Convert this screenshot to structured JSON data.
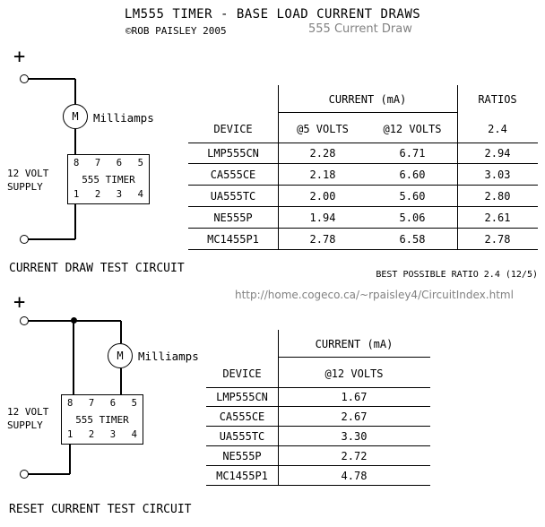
{
  "header": {
    "title": "LM555 TIMER - BASE LOAD CURRENT DRAWS",
    "copyright": "©ROB PAISLEY 2005",
    "subtitle": "555 Current Draw"
  },
  "link": {
    "url": "http://home.cogeco.ca/~rpaisley4/CircuitIndex.html"
  },
  "circuit1": {
    "plus": "+",
    "meter_letter": "M",
    "meter_label": "Milliamps",
    "supply_line1": "12 VOLT",
    "supply_line2": "SUPPLY",
    "chip_label": "555 TIMER",
    "pins_top": [
      "8",
      "7",
      "6",
      "5"
    ],
    "pins_bottom": [
      "1",
      "2",
      "3",
      "4"
    ],
    "caption": "CURRENT DRAW TEST CIRCUIT"
  },
  "circuit2": {
    "plus": "+",
    "meter_letter": "M",
    "meter_label": "Milliamps",
    "supply_line1": "12 VOLT",
    "supply_line2": "SUPPLY",
    "chip_label": "555 TIMER",
    "pins_top": [
      "8",
      "7",
      "6",
      "5"
    ],
    "pins_bottom": [
      "1",
      "2",
      "3",
      "4"
    ],
    "caption": "RESET CURRENT TEST CIRCUIT"
  },
  "table1": {
    "group_header": "CURRENT (mA)",
    "ratios_header": "RATIOS",
    "columns": [
      "DEVICE",
      "@5 VOLTS",
      "@12 VOLTS",
      "2.4"
    ],
    "rows": [
      [
        "LMP555CN",
        "2.28",
        "6.71",
        "2.94"
      ],
      [
        "CA555CE",
        "2.18",
        "6.60",
        "3.03"
      ],
      [
        "UA555TC",
        "2.00",
        "5.60",
        "2.80"
      ],
      [
        "NE555P",
        "1.94",
        "5.06",
        "2.61"
      ],
      [
        "MC1455P1",
        "2.78",
        "6.58",
        "2.78"
      ]
    ],
    "footnote": "BEST POSSIBLE RATIO 2.4 (12/5)"
  },
  "table2": {
    "group_header": "CURRENT (mA)",
    "columns": [
      "DEVICE",
      "@12 VOLTS"
    ],
    "rows": [
      [
        "LMP555CN",
        "1.67"
      ],
      [
        "CA555CE",
        "2.67"
      ],
      [
        "UA555TC",
        "3.30"
      ],
      [
        "NE555P",
        "2.72"
      ],
      [
        "MC1455P1",
        "4.78"
      ]
    ]
  },
  "colors": {
    "text": "#000000",
    "muted": "#828282",
    "background": "#ffffff"
  }
}
